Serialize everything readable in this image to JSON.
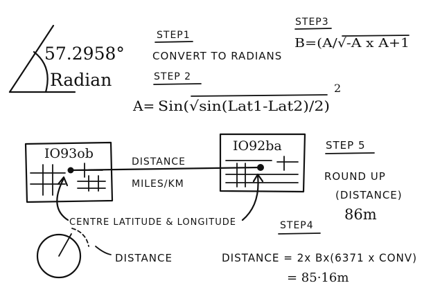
{
  "angle": {
    "degrees": "57.2958°",
    "unit": "Radian"
  },
  "steps": {
    "step1": {
      "heading": "STEP1",
      "text": "CONVERT TO RADIANS"
    },
    "step2": {
      "heading": "STEP 2",
      "formula_left": "A=",
      "formula_main": "Sin(√sin(Lat1-Lat2)/2)",
      "exponent": "2"
    },
    "step3": {
      "heading": "STEP3",
      "formula": "B=(A/√-A x A+1"
    },
    "step4": {
      "heading": "STEP4",
      "formula_line1": "DISTANCE = 2x Bx(6371 x CONV)",
      "formula_line2": "= 85·16m"
    },
    "step5": {
      "heading": "STEP 5",
      "line1": "ROUND UP",
      "line2": "(DISTANCE)",
      "line3": "86m"
    }
  },
  "grid_squares": {
    "left": "IO93ob",
    "right": "IO92ba"
  },
  "connector": {
    "label1": "DISTANCE",
    "label2": "MILES/KM"
  },
  "centre_label": "CENTRE LATITUDE & LONGITUDE",
  "circle_label": "DISTANCE"
}
